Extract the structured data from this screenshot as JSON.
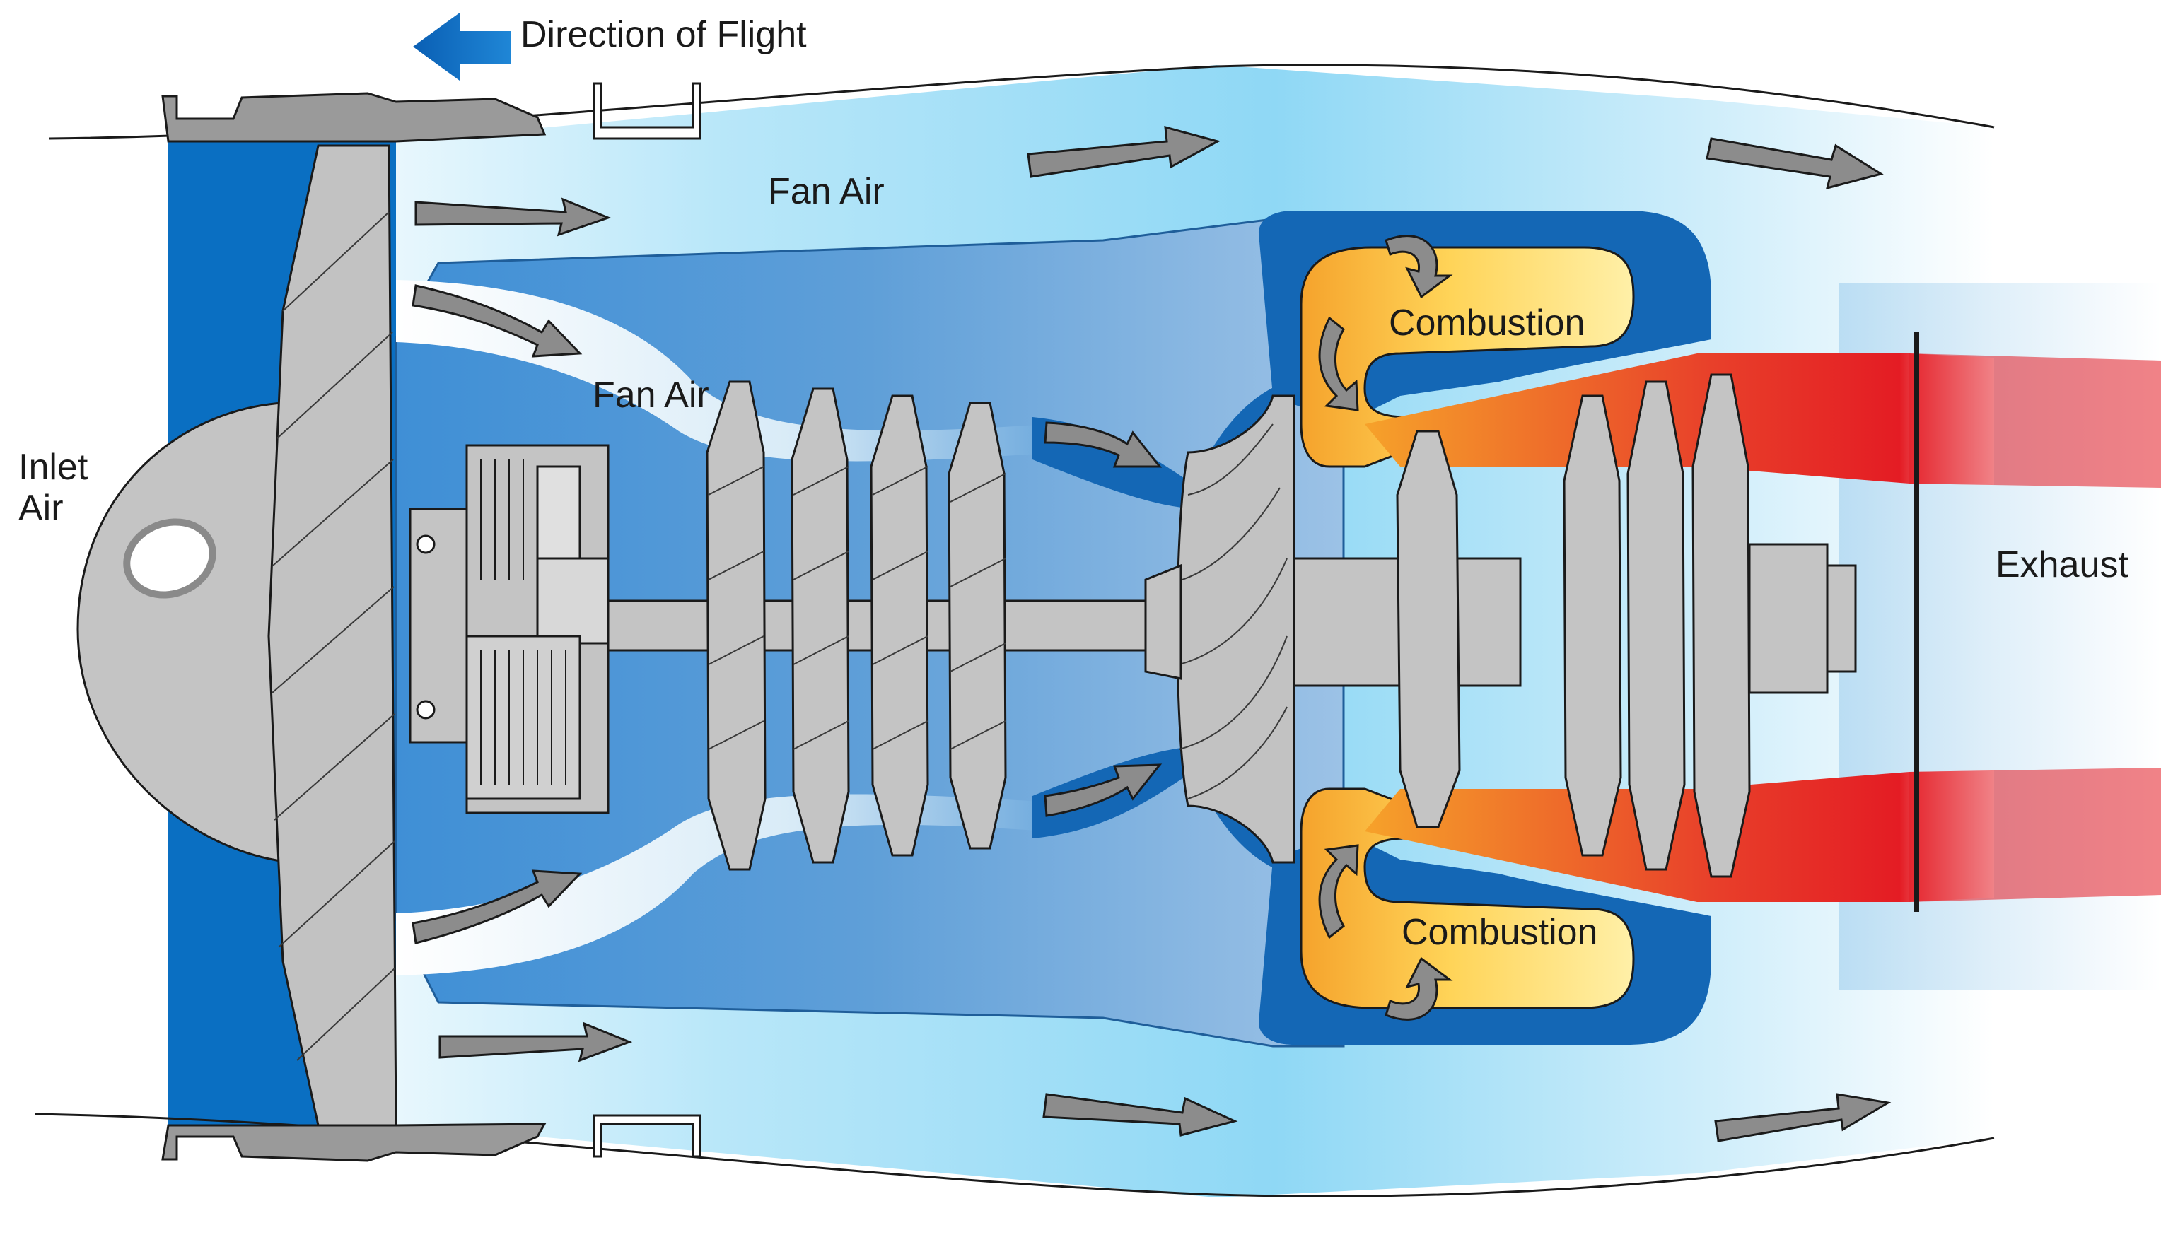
{
  "labels": {
    "direction": "Direction of Flight",
    "fan_air_outer": "Fan Air",
    "fan_air_inner": "Fan Air",
    "inlet_line1": "Inlet",
    "inlet_line2": "Air",
    "exhaust": "Exhaust",
    "combustion_top": "Combustion",
    "combustion_bottom": "Combustion"
  },
  "colors": {
    "inlet_blue": "#0a6fc2",
    "bypass_blue": "#9fdcf5",
    "core_blue": "#4a90d2",
    "casing_blue": "#1467b5",
    "combustion_yellow": "#ffd45a",
    "combustion_orange": "#f5a02a",
    "exhaust_red": "#e6222a",
    "metal_gray": "#b9b9b9",
    "arrow_gray": "#8c8c8c",
    "outline": "#2a2a2a"
  },
  "icons": {
    "flight_arrow": "left-arrow-icon",
    "flow_arrow": "flow-arrow-icon",
    "swirl_arrow": "curved-arrow-icon"
  }
}
